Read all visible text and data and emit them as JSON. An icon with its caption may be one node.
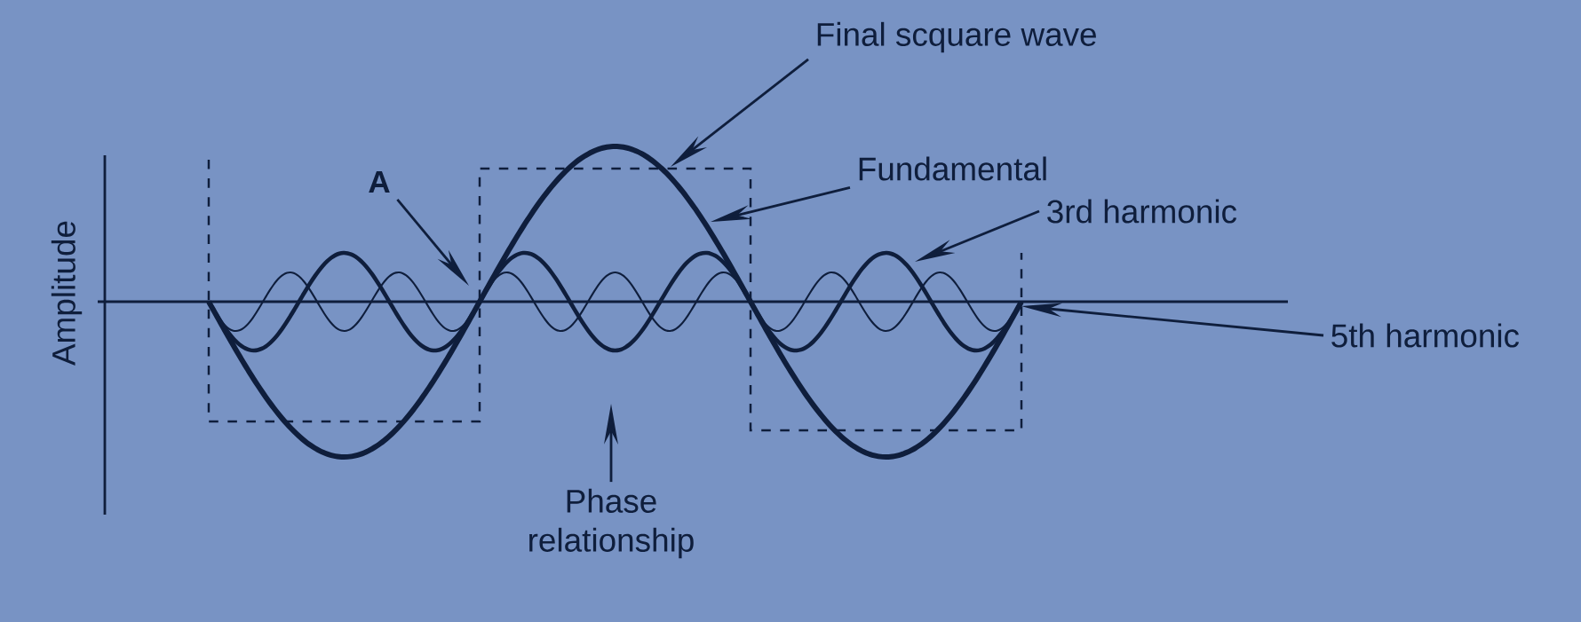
{
  "diagram": {
    "nodes": [
      {
        "text": [
          "Final scquare wave"
        ]
      },
      {
        "text": [
          "Fundamental"
        ]
      },
      {
        "text": [
          "3rd harmonic"
        ]
      },
      {
        "text": [
          "5th harmonic"
        ]
      },
      {
        "text": [
          "A"
        ]
      },
      {
        "text": [
          "Phase relationship"
        ]
      }
    ],
    "edges": [
      {
        "from": 0,
        "to": null,
        "arrow": "to"
      },
      {
        "from": 1,
        "to": null,
        "arrow": "to"
      },
      {
        "from": 2,
        "to": null,
        "arrow": "to"
      },
      {
        "from": 3,
        "to": null,
        "arrow": "to"
      },
      {
        "from": 4,
        "to": null,
        "arrow": "to"
      },
      {
        "from": 5,
        "to": null,
        "arrow": "to"
      }
    ],
    "labels": [
      "Amplitude"
    ]
  }
}
